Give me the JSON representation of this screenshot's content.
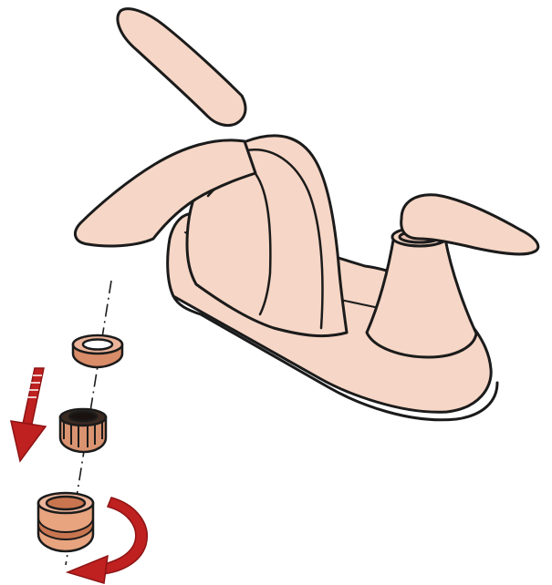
{
  "diagram": {
    "subject": "faucet-aerator-removal",
    "colors": {
      "faucet_fill": "#f6d6c6",
      "outline": "#1b1b1b",
      "washer_fill": "#ecb59b",
      "washer_band": "#d98c68",
      "aerator_dark": "#3b2a22",
      "aerator_body": "#d99370",
      "housing_fill": "#e7a47f",
      "housing_band": "#c97650",
      "arrow_red": "#bf2020",
      "arrow_red_dark": "#8e1414"
    },
    "parts": [
      {
        "id": "faucet",
        "icon": "faucet-icon"
      },
      {
        "id": "washer",
        "icon": "washer-icon"
      },
      {
        "id": "aerator-insert",
        "icon": "aerator-icon"
      },
      {
        "id": "aerator-housing",
        "icon": "housing-icon"
      }
    ],
    "arrows": [
      {
        "id": "pull-down",
        "icon": "arrow-down-icon"
      },
      {
        "id": "unscrew",
        "icon": "rotate-arrow-icon"
      }
    ]
  }
}
